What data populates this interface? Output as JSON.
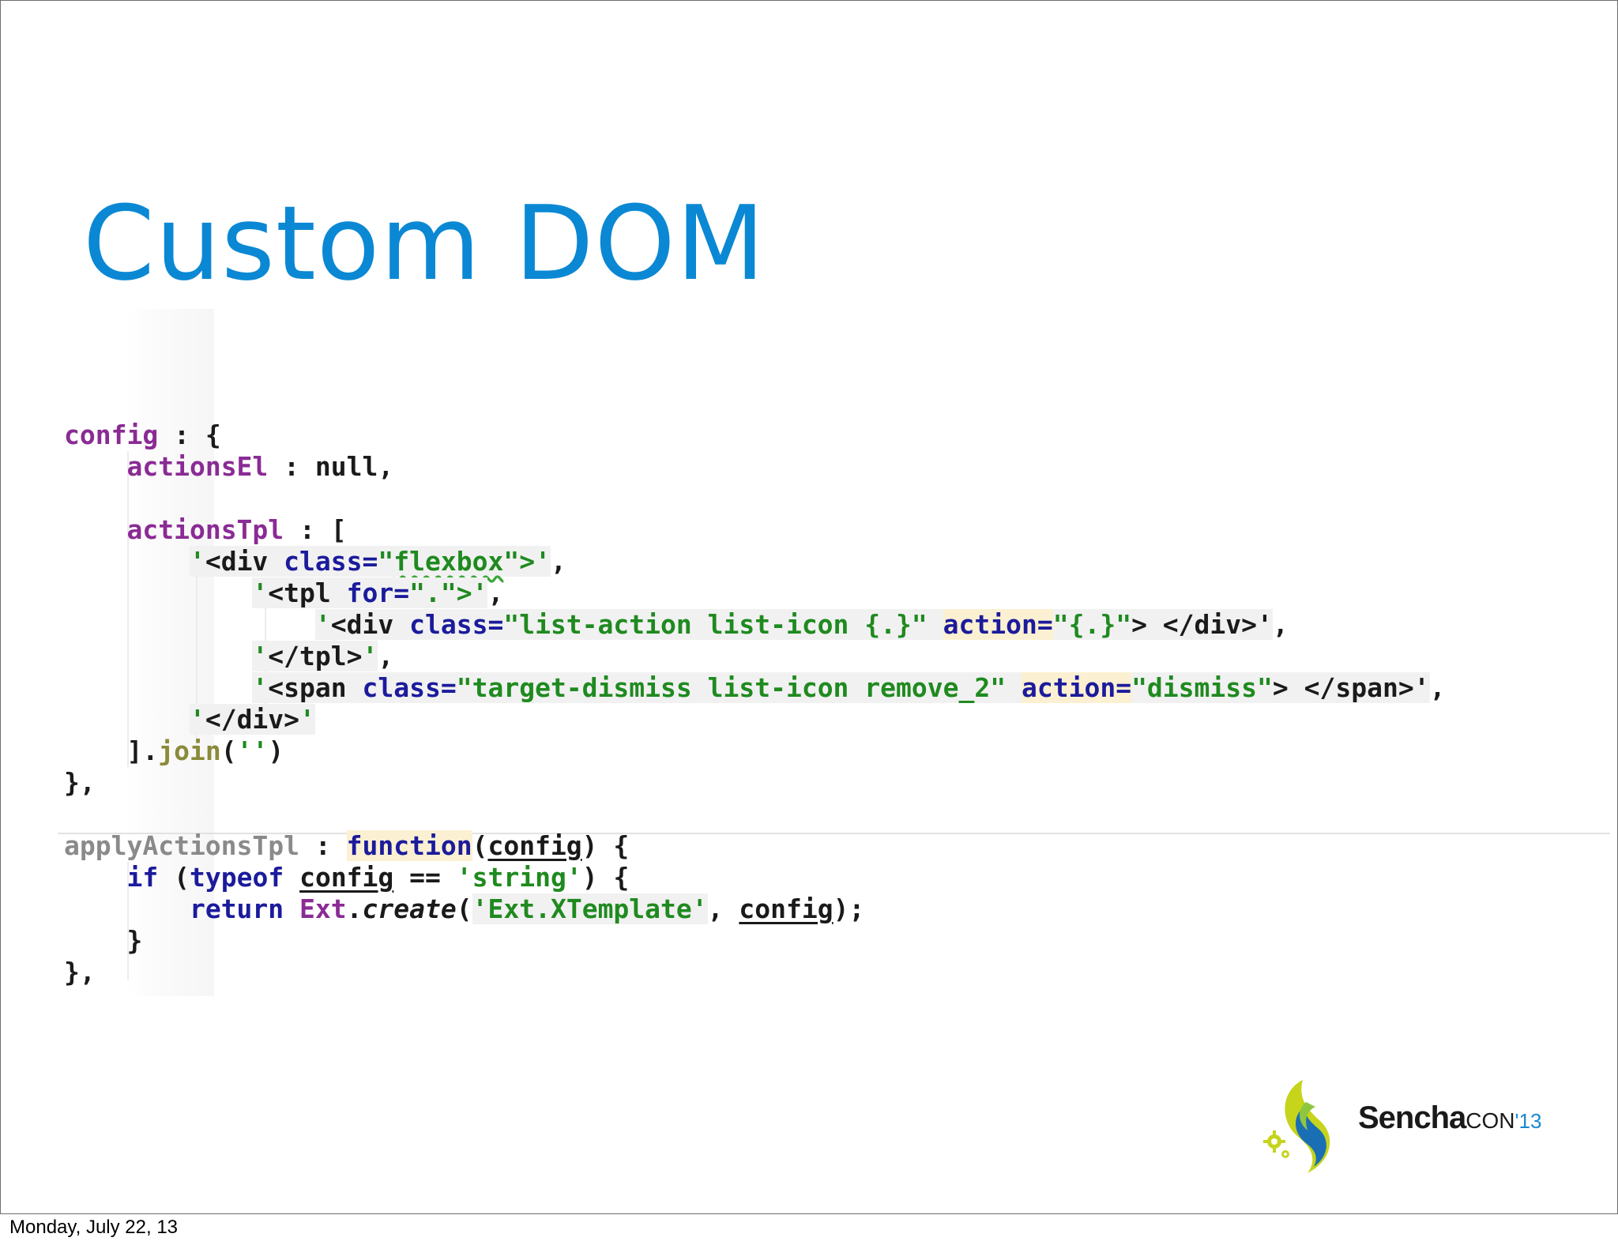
{
  "slide": {
    "title": "Custom DOM",
    "footer_date": "Monday, July 22, 13"
  },
  "logo": {
    "brand": "Sencha",
    "suffix": "CON",
    "year": "'13"
  },
  "code": {
    "l1_key": "config",
    "l1_rest": " : {",
    "l2_key": "actionsEl",
    "l2_rest": " : null,",
    "l4_key": "actionsTpl",
    "l4_rest": " : [",
    "l5_q": "'",
    "l5_tag": "<div ",
    "l5_attr": "class=",
    "l5_val_open": "\"",
    "l5_val": "flexbox",
    "l5_val_close": "\"",
    "l5_end": ">'",
    "l5_comma": ",",
    "l6_q": "'",
    "l6_tag": "<tpl ",
    "l6_attr": "for=",
    "l6_val": "\".\"",
    "l6_end": ">'",
    "l6_comma": ",",
    "l7_q": "'",
    "l7_tag": "<div ",
    "l7_attr": "class=",
    "l7_val": "\"list-action list-icon {.}\"",
    "l7_attr2": "action=",
    "l7_val2": "\"{.}\"",
    "l7_end": "> </div>'",
    "l7_comma": ",",
    "l8_q": "'",
    "l8_tag": "</tpl>",
    "l8_end": "'",
    "l8_comma": ",",
    "l9_q": "'",
    "l9_tag": "<span ",
    "l9_attr": "class=",
    "l9_val": "\"target-dismiss list-icon remove_2\"",
    "l9_attr2": "action=",
    "l9_val2": "\"dismiss\"",
    "l9_end": "> </span>'",
    "l9_comma": ",",
    "l10_q": "'",
    "l10_tag": "</div>",
    "l10_end": "'",
    "l11_close": "].",
    "l11_join": "join",
    "l11_args_open": "(",
    "l11_args_str": "''",
    "l11_args_close": ")",
    "l12": "},",
    "l14_key": "applyActionsTpl",
    "l14_sep": " : ",
    "l14_fn": "function",
    "l14_paren": "(",
    "l14_arg": "config",
    "l14_rest": ") {",
    "l15_if": "if",
    "l15_paren": " (",
    "l15_typeof": "typeof",
    "l15_sp": " ",
    "l15_arg": "config",
    "l15_op": " == ",
    "l15_str": "'string'",
    "l15_rest": ") {",
    "l16_return": "return",
    "l16_sp": " ",
    "l16_ext": "Ext",
    "l16_dot": ".",
    "l16_create": "create",
    "l16_paren": "(",
    "l16_str": "'Ext.XTemplate'",
    "l16_comma": ", ",
    "l16_arg": "config",
    "l16_end": ");",
    "l17": "}",
    "l18": "},"
  }
}
